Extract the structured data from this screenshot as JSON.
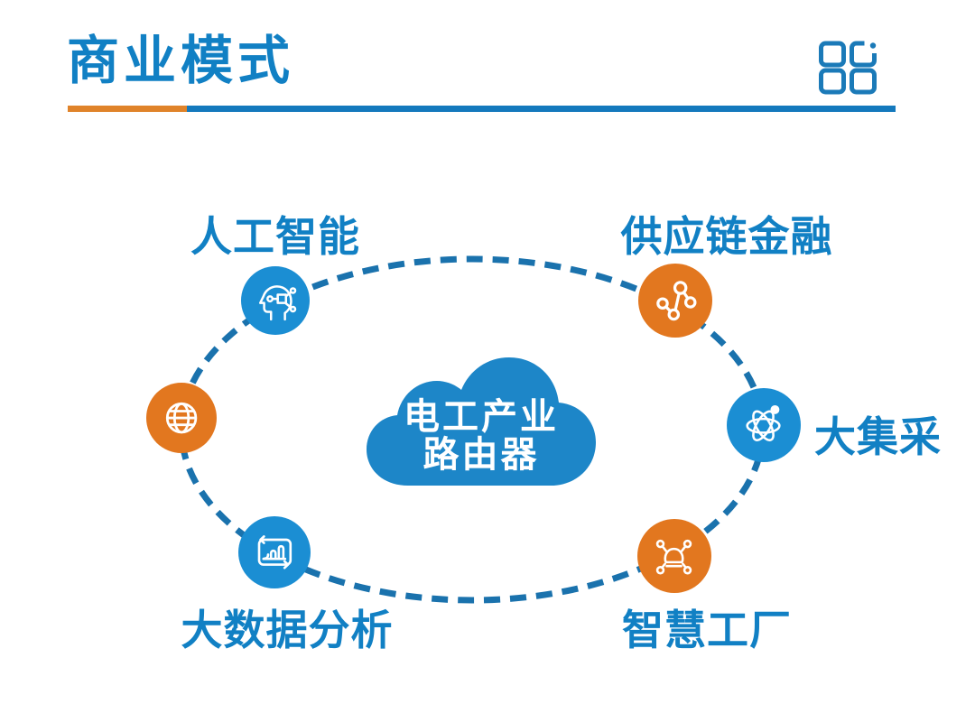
{
  "header": {
    "title": "商业模式",
    "underline_orange": "#e0832a",
    "underline_blue": "#1479bd",
    "logo": "grid-squares-logo"
  },
  "colors": {
    "title_blue": "#1180c4",
    "node_blue": "#1b8ed3",
    "node_orange": "#e2771f",
    "cloud_blue": "#1d86c8",
    "dash_blue": "#1a72ad"
  },
  "diagram": {
    "center_cloud": {
      "line1": "电工产业",
      "line2": "路由器"
    },
    "nodes": [
      {
        "id": "artificial-intelligence",
        "label": "人工智能",
        "icon": "ai-head-circuit-icon",
        "color": "blue"
      },
      {
        "id": "supply-chain-finance",
        "label": "供应链金融",
        "icon": "linked-nodes-icon",
        "color": "orange"
      },
      {
        "id": "bulk-procurement",
        "label": "大集采",
        "icon": "atom-icon",
        "color": "blue"
      },
      {
        "id": "smart-factory",
        "label": "智慧工厂",
        "icon": "iot-dome-icon",
        "color": "orange"
      },
      {
        "id": "big-data-analysis",
        "label": "大数据分析",
        "icon": "bar-chart-icon",
        "color": "blue"
      },
      {
        "id": "global-network",
        "label": "",
        "icon": "globe-icon",
        "color": "orange"
      }
    ]
  }
}
